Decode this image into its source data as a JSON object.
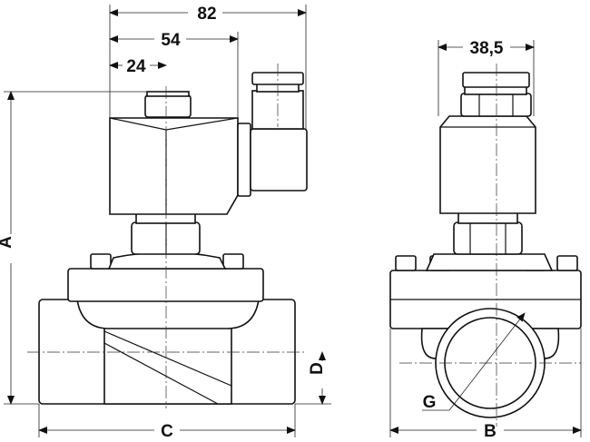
{
  "drawing": {
    "title": "Solenoid valve dimension drawing",
    "dimensions": {
      "width_82": "82",
      "width_54": "54",
      "width_24": "24",
      "coil_width": "38,5",
      "height": "A",
      "length": "C",
      "depth": "B",
      "pipe_center_height": "D",
      "thread": "G"
    }
  }
}
